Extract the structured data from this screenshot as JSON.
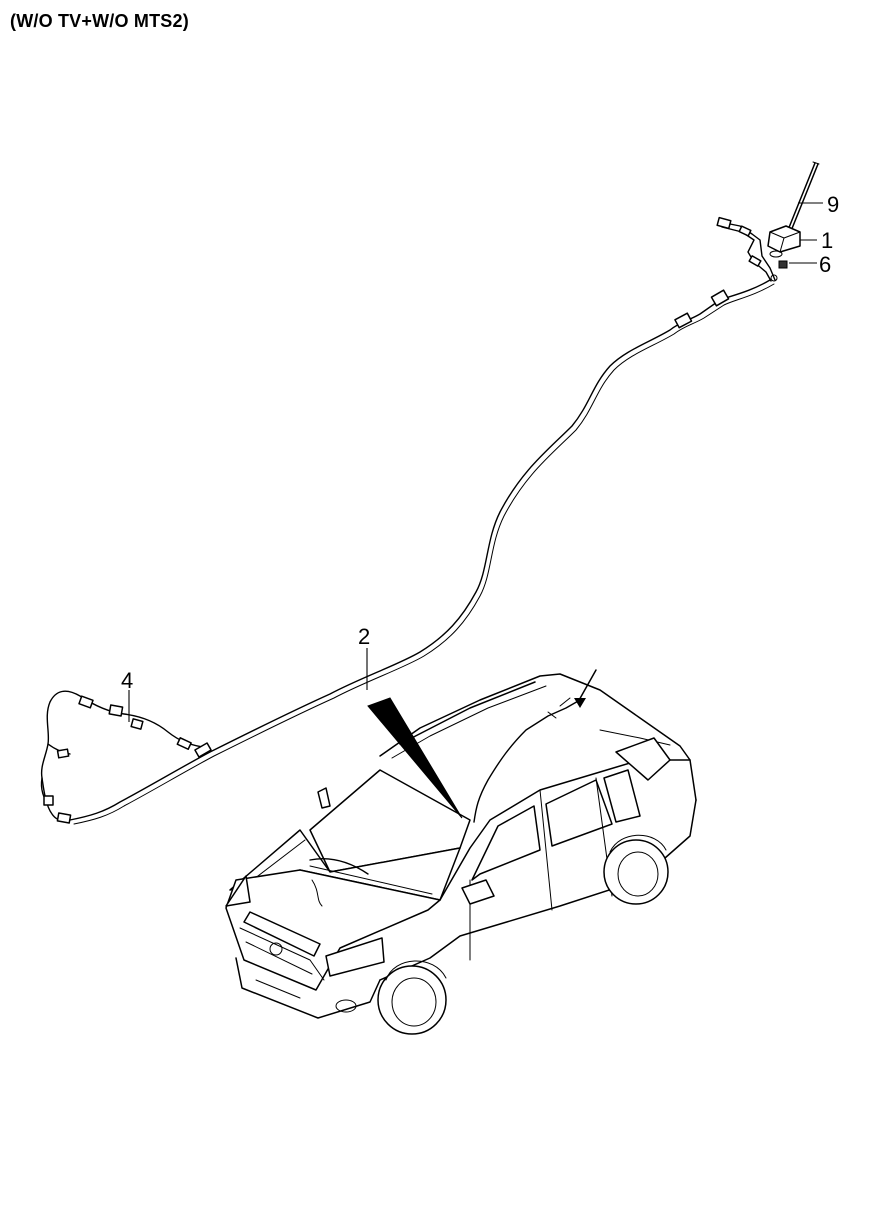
{
  "title": "(W/O TV+W/O MTS2)",
  "callouts": {
    "c9": "9",
    "c1": "1",
    "c6": "6",
    "c2": "2",
    "c4": "4"
  },
  "icons": {
    "antenna_pole": "antenna-pole-icon",
    "antenna_base": "antenna-base-icon",
    "car": "suv-vehicle-icon",
    "pointer_arrow": "location-pointer-arrow-icon"
  }
}
